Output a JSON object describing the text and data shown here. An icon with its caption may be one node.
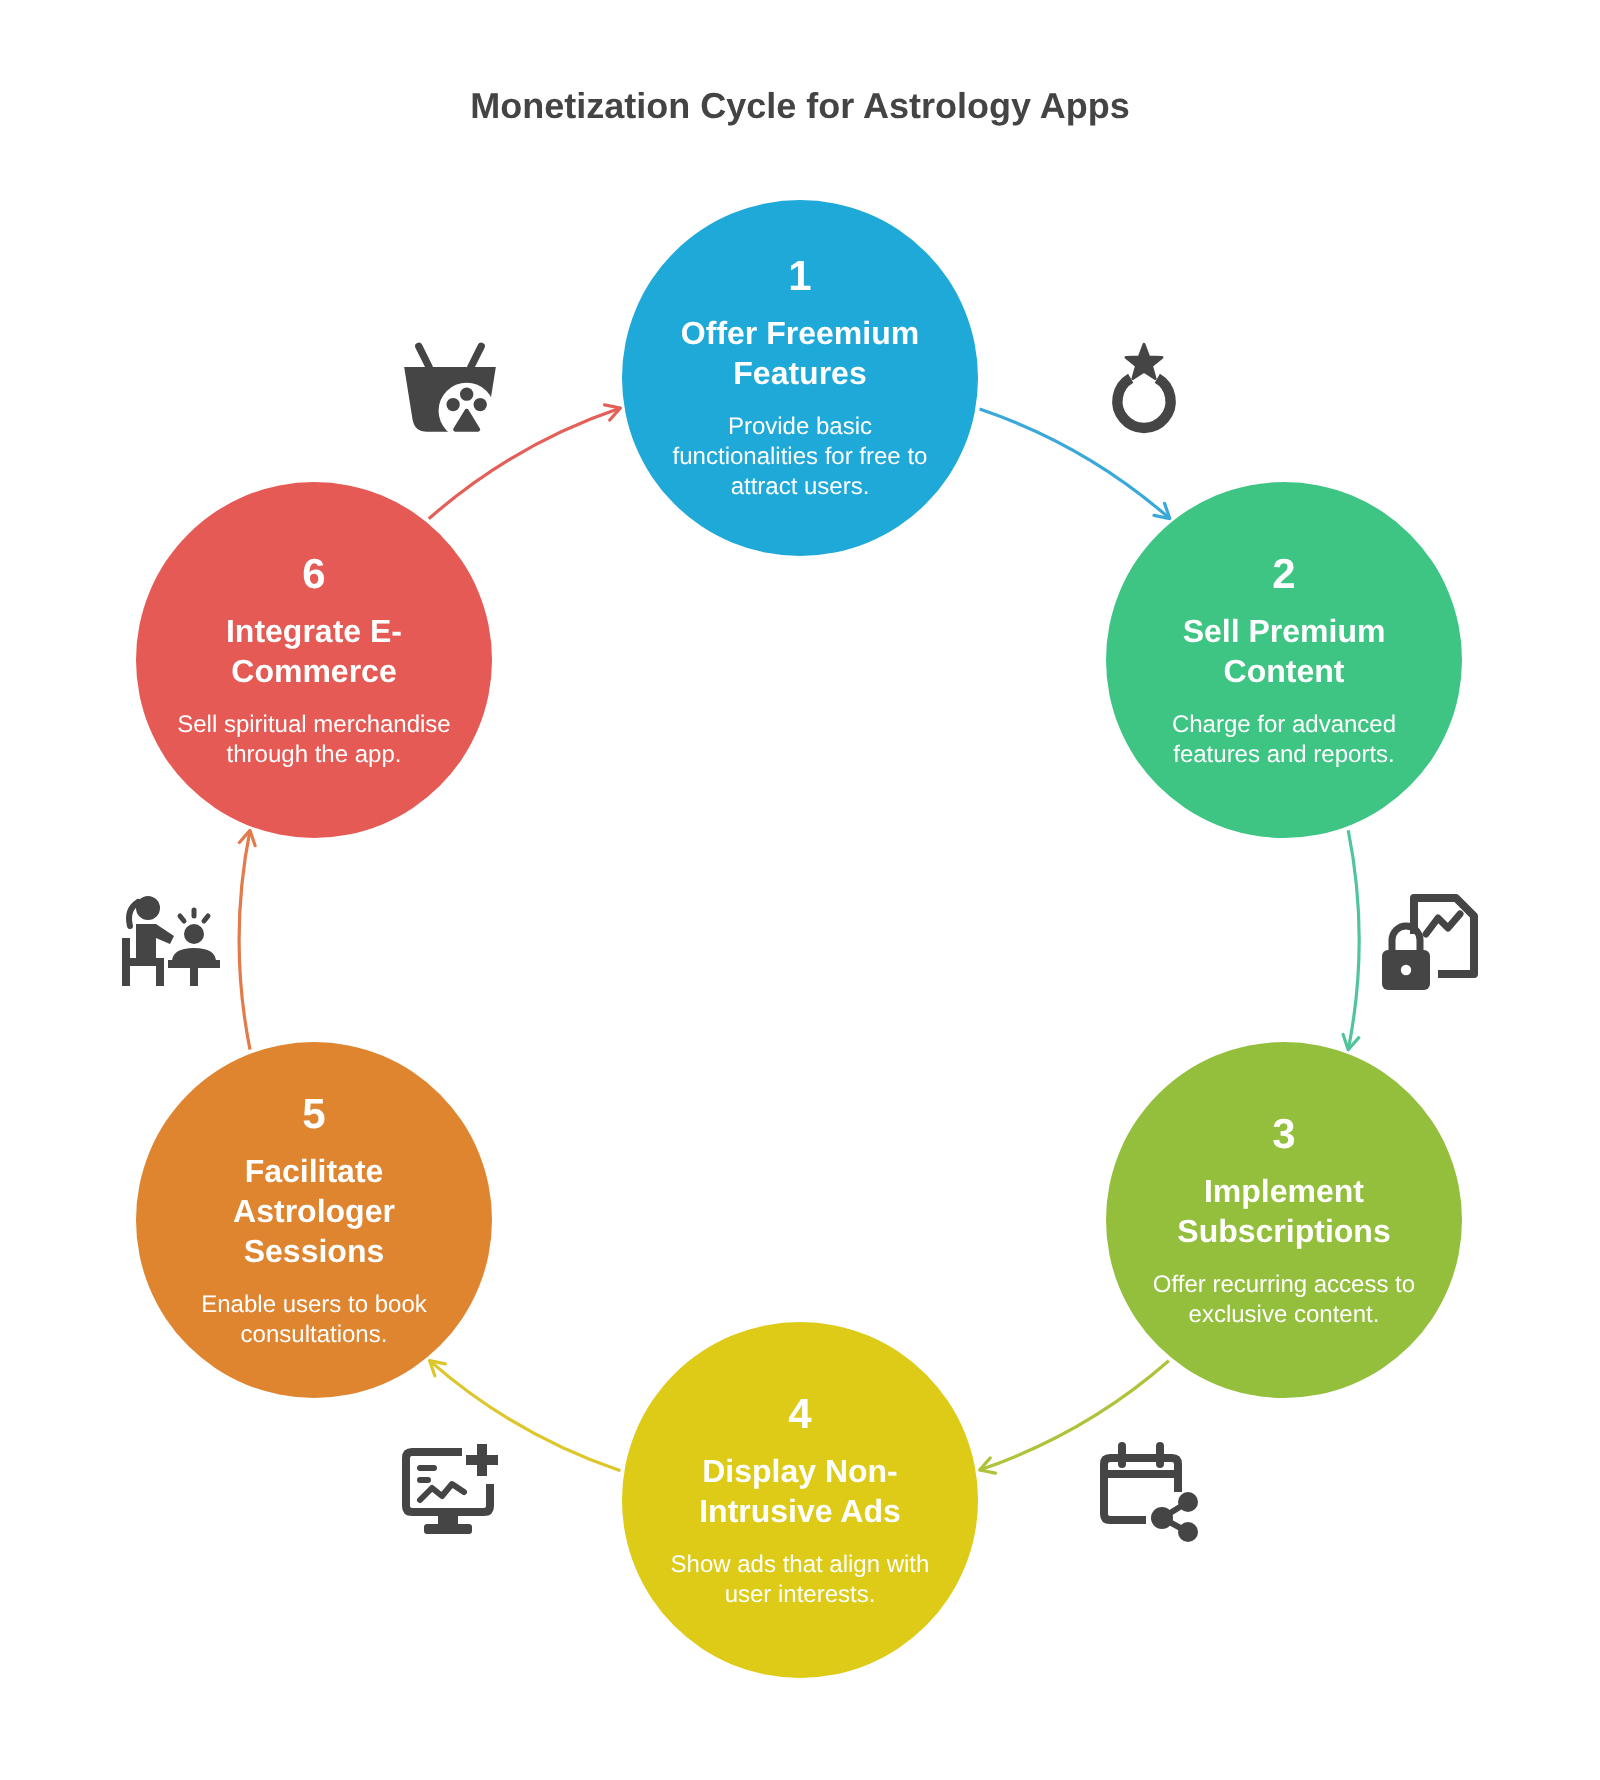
{
  "diagram": {
    "title": "Monetization Cycle for Astrology Apps",
    "nodes": [
      {
        "text": [
          "1",
          "Offer Freemium Features",
          "Provide basic functionalities for free to attract users."
        ]
      },
      {
        "text": [
          "2",
          "Sell Premium Content",
          "Charge for advanced features and reports."
        ]
      },
      {
        "text": [
          "3",
          "Implement Subscriptions",
          "Offer recurring access to exclusive content."
        ]
      },
      {
        "text": [
          "4",
          "Display Non-Intrusive Ads",
          "Show ads that align with user interests."
        ]
      },
      {
        "text": [
          "5",
          "Facilitate Astrologer Sessions",
          "Enable users to book consultations."
        ]
      },
      {
        "text": [
          "6",
          "Integrate E-Commerce",
          "Sell spiritual merchandise through the app."
        ]
      }
    ],
    "edges": [
      {
        "from": 0,
        "to": 1,
        "arrow": "to",
        "color": "#3aa9d9"
      },
      {
        "from": 1,
        "to": 2,
        "arrow": "to",
        "color": "#52c49c"
      },
      {
        "from": 2,
        "to": 3,
        "arrow": "to",
        "color": "#b0c23a"
      },
      {
        "from": 3,
        "to": 4,
        "arrow": "to",
        "color": "#dcc62a"
      },
      {
        "from": 4,
        "to": 5,
        "arrow": "to",
        "color": "#e27a4a"
      },
      {
        "from": 5,
        "to": 0,
        "arrow": "to",
        "color": "#e35f58"
      }
    ]
  }
}
